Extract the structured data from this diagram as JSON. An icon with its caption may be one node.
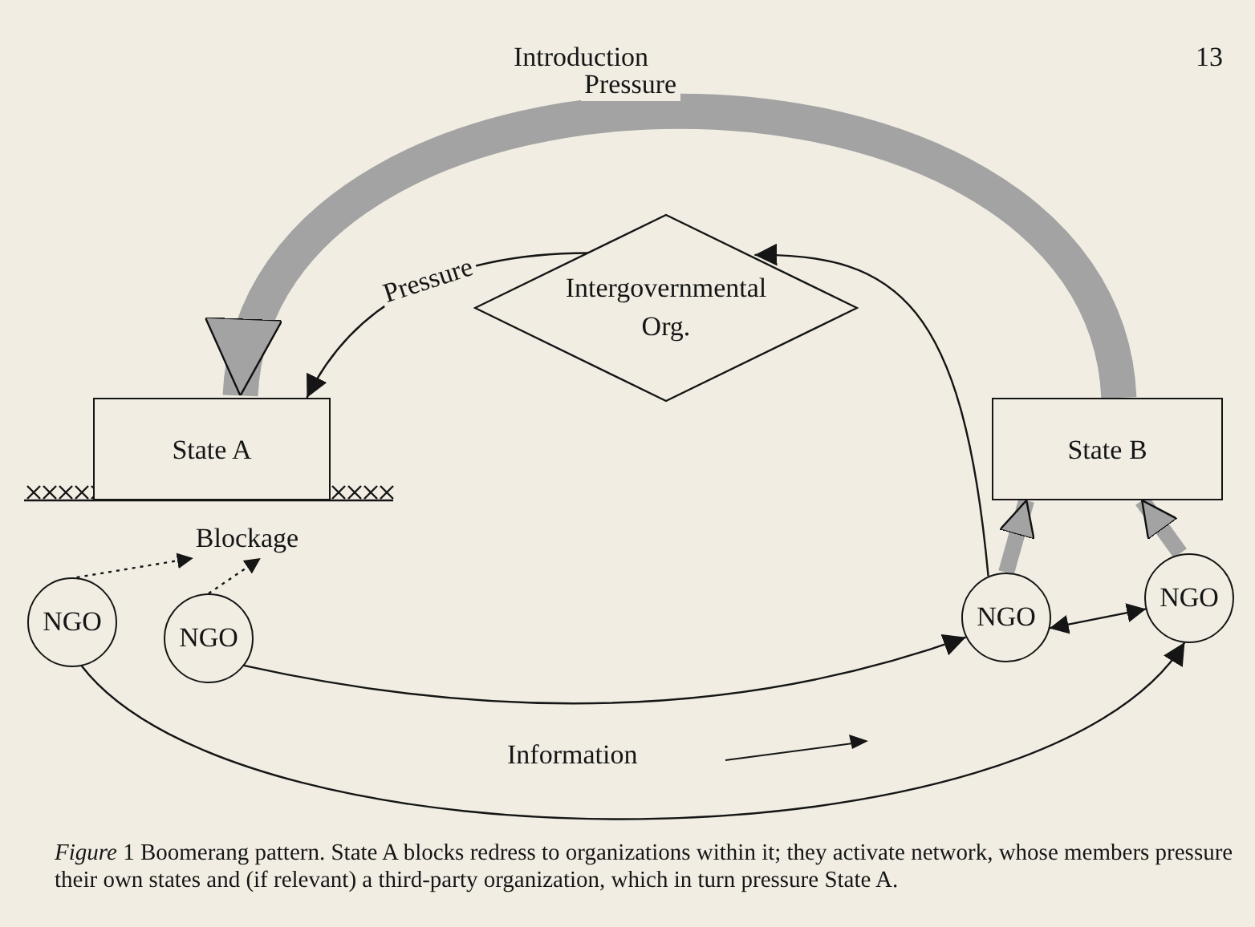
{
  "diagram": {
    "caption": "*Figure* 1 Boomerang pattern. State A blocks redress to organizations within it; they activate network, whose members pressure their own states and (if relevant) a third-party organization, which in turn pressure State A.",
    "nodes": [
      {
        "text": [
          "State A"
        ]
      },
      {
        "text": [
          "Intergovernmental Org."
        ]
      },
      {
        "text": [
          "State B"
        ]
      },
      {
        "text": [
          "Blockage"
        ]
      },
      {
        "text": [
          "NGO"
        ]
      },
      {
        "text": [
          "NGO"
        ]
      },
      {
        "text": [
          "NGO"
        ]
      },
      {
        "text": [
          "NGO"
        ]
      }
    ],
    "edges": [
      {
        "from": 2,
        "to": 0,
        "arrow": "to",
        "label": "Pressure",
        "style": "thick",
        "color": "#a3a3a3"
      },
      {
        "from": 1,
        "to": 0,
        "arrow": "to",
        "label": "Pressure"
      },
      {
        "from": 6,
        "to": 1,
        "arrow": "to"
      },
      {
        "from": 6,
        "to": 2,
        "arrow": "to",
        "style": "thick",
        "color": "#a3a3a3"
      },
      {
        "from": 7,
        "to": 2,
        "arrow": "to",
        "style": "thick",
        "color": "#a3a3a3"
      },
      {
        "from": 4,
        "to": 3,
        "arrow": "to",
        "style": "dashed"
      },
      {
        "from": 5,
        "to": 3,
        "arrow": "to",
        "style": "dashed"
      },
      {
        "from": 5,
        "to": 6,
        "arrow": "to"
      },
      {
        "from": 4,
        "to": 7,
        "arrow": "to"
      },
      {
        "from": 6,
        "to": 7,
        "arrow": "both"
      }
    ],
    "labels": [
      "Introduction",
      "13",
      "Information"
    ]
  }
}
